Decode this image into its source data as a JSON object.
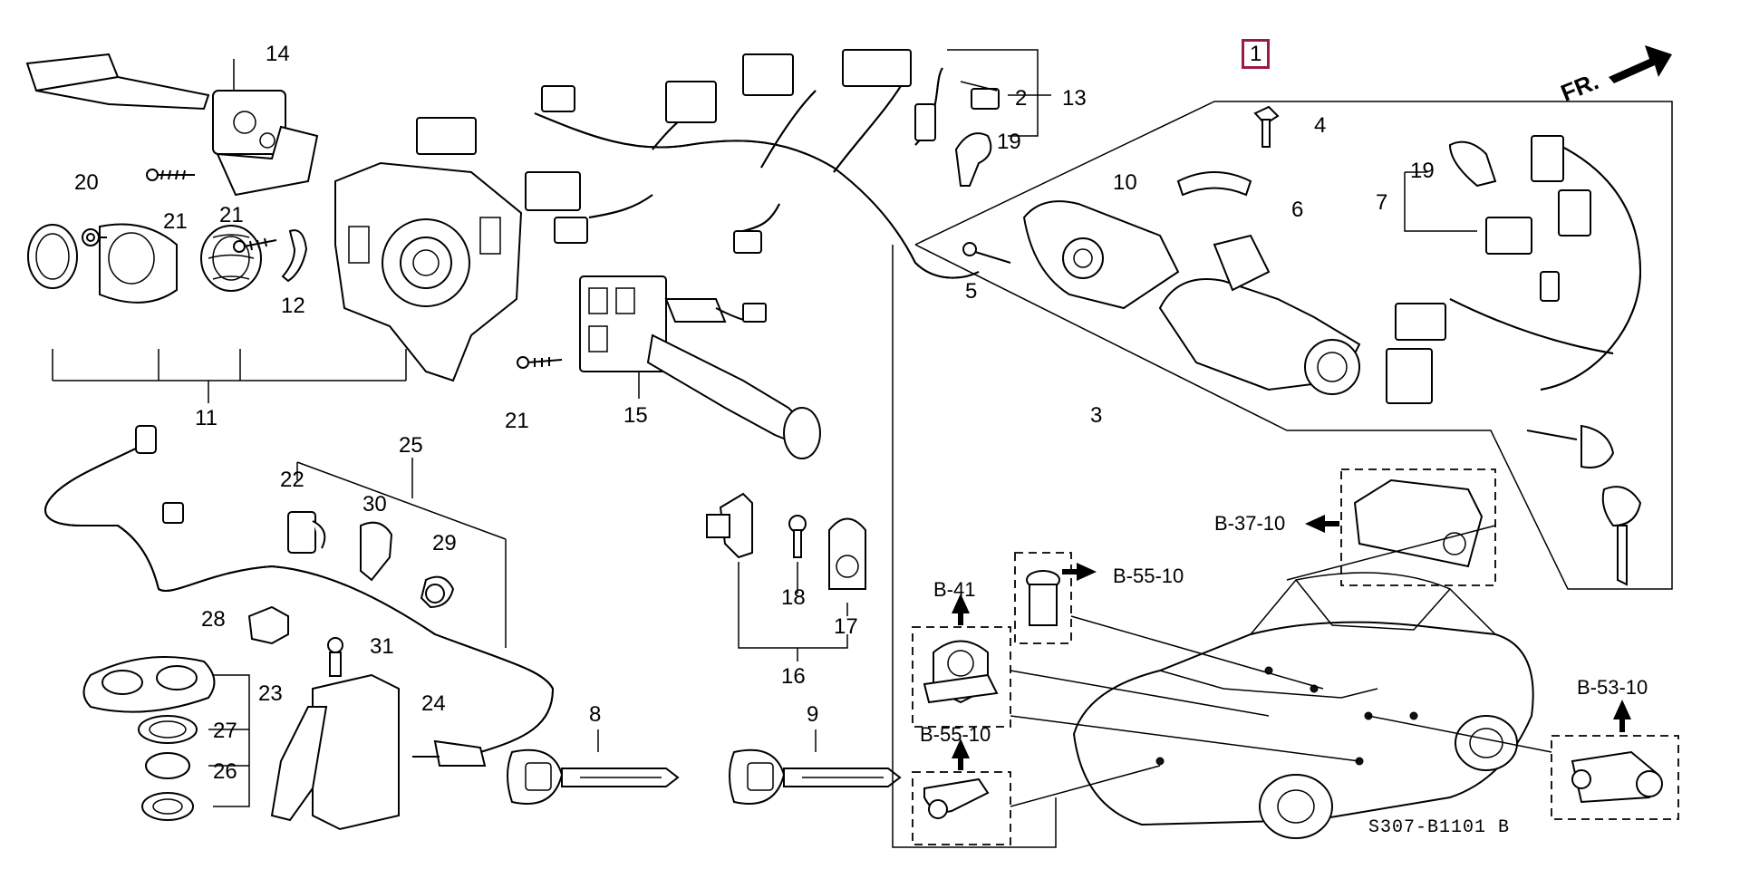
{
  "diagram_code": "S307-B1101 B",
  "direction_label": "FR.",
  "callouts": {
    "c1": "1",
    "c2": "2",
    "c3": "3",
    "c4": "4",
    "c5": "5",
    "c6": "6",
    "c7": "7",
    "c8": "8",
    "c9": "9",
    "c10": "10",
    "c11": "11",
    "c12": "12",
    "c13": "13",
    "c14": "14",
    "c15": "15",
    "c16": "16",
    "c17": "17",
    "c18": "18",
    "c19a": "19",
    "c19b": "19",
    "c20": "20",
    "c21a": "21",
    "c21b": "21",
    "c21c": "21",
    "c22": "22",
    "c23": "23",
    "c24": "24",
    "c25": "25",
    "c26": "26",
    "c27": "27",
    "c28": "28",
    "c29": "29",
    "c30": "30",
    "c31": "31"
  },
  "references": {
    "b37": "B-37-10",
    "b55_top": "B-55-10",
    "b41": "B-41",
    "b55_bottom": "B-55-10",
    "b53": "B-53-10"
  },
  "highlight_color": "#9b1a4b"
}
